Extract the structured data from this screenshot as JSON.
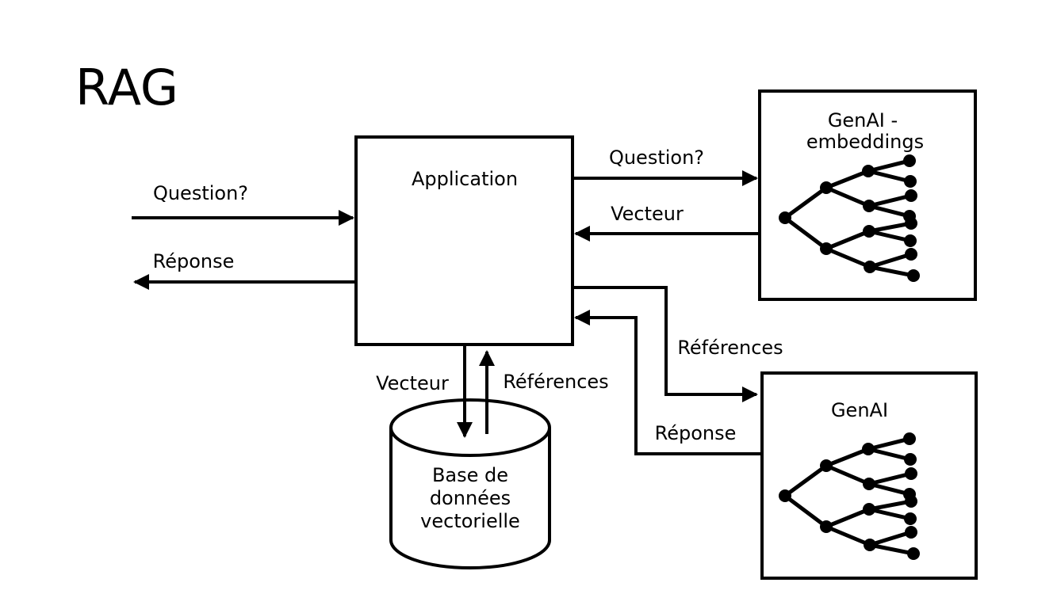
{
  "title": "RAG",
  "colors": {
    "ink": "#000000",
    "background": "#ffffff"
  },
  "nodes": {
    "application": {
      "label": "Application"
    },
    "genai_embeddings": {
      "line1": "GenAI -",
      "line2": "embeddings"
    },
    "genai": {
      "label": "GenAI"
    },
    "vector_db": {
      "line1": "Base de",
      "line2": "données",
      "line3": "vectorielle"
    }
  },
  "edges": [
    {
      "id": "user-question",
      "label": "Question?",
      "from": "user",
      "to": "application"
    },
    {
      "id": "user-reponse",
      "label": "Réponse",
      "from": "application",
      "to": "user"
    },
    {
      "id": "embeddings-question",
      "label": "Question?",
      "from": "application",
      "to": "genai_embeddings"
    },
    {
      "id": "embeddings-vecteur",
      "label": "Vecteur",
      "from": "genai_embeddings",
      "to": "application"
    },
    {
      "id": "db-vecteur",
      "label": "Vecteur",
      "from": "application",
      "to": "vector_db"
    },
    {
      "id": "db-references",
      "label": "Références",
      "from": "vector_db",
      "to": "application"
    },
    {
      "id": "genai-references",
      "label": "Références",
      "from": "application",
      "to": "genai"
    },
    {
      "id": "genai-reponse",
      "label": "Réponse",
      "from": "genai",
      "to": "application"
    }
  ],
  "icons": {
    "embeddings_tree": "binary-tree-icon",
    "genai_tree": "binary-tree-icon"
  }
}
